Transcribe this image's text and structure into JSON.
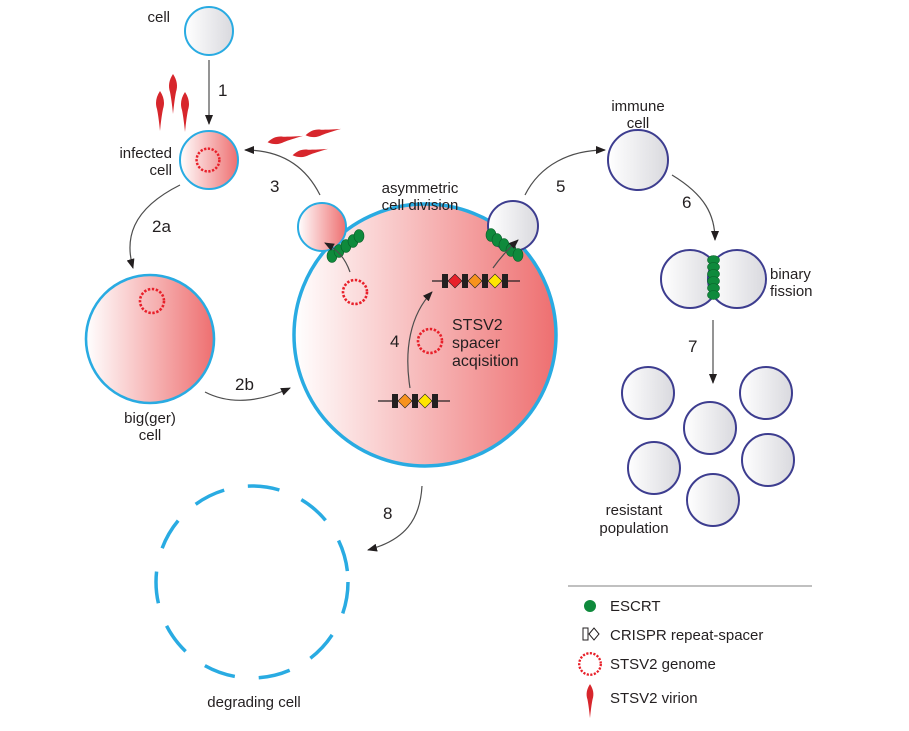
{
  "labels": {
    "cell": "cell",
    "infected_l1": "infected",
    "infected_l2": "cell",
    "bigger_l1": "big(ger)",
    "bigger_l2": "cell",
    "asym_l1": "asymmetric",
    "asym_l2": "cell division",
    "immune_l1": "immune",
    "immune_l2": "cell",
    "binary_l1": "binary",
    "binary_l2": "fission",
    "resistant_l1": "resistant",
    "resistant_l2": "population",
    "degrading": "degrading cell",
    "spacer_l1": "STSV2",
    "spacer_l2": "spacer",
    "spacer_l3": "acqisition"
  },
  "steps": {
    "s1": "1",
    "s2a": "2a",
    "s2b": "2b",
    "s3": "3",
    "s4": "4",
    "s5": "5",
    "s6": "6",
    "s7": "7",
    "s8": "8"
  },
  "legend": {
    "escrt": "ESCRT",
    "crispr": "CRISPR repeat-spacer",
    "genome": "STSV2 genome",
    "virion": "STSV2 virion"
  },
  "colors": {
    "cell_outline": "#29abe2",
    "immune_outline": "#3d3d8f",
    "infected_fill": "#ee6f70",
    "escrt": "#0f8a3c",
    "genome": "#e8202a",
    "virion": "#d7262c",
    "spacer_orange": "#f7931e",
    "spacer_yellow": "#ffe600",
    "spacer_red": "#e8202a"
  }
}
